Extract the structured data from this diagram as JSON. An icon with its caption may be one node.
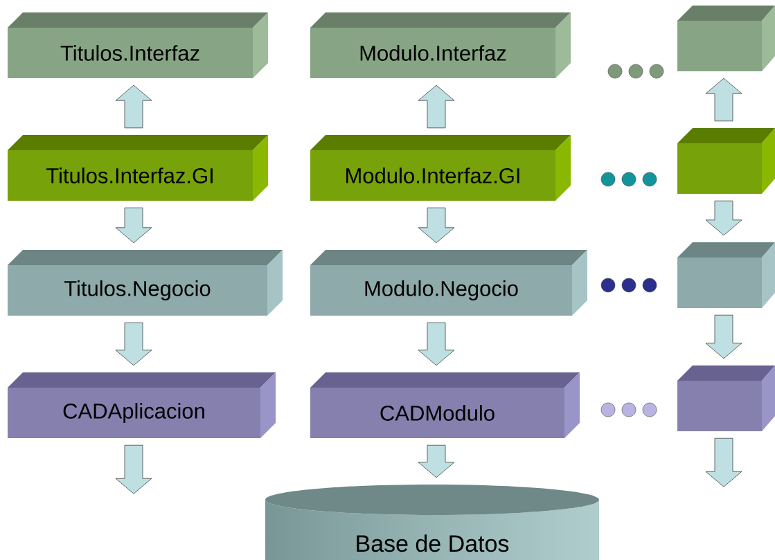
{
  "diagram": {
    "nodes": [
      {
        "text": [
          "Titulos.Interfaz"
        ]
      },
      {
        "text": [
          "Modulo.Interfaz"
        ]
      },
      {
        "text": [],
        "shape": "box"
      },
      {
        "text": [
          "Titulos.Interfaz.GI"
        ]
      },
      {
        "text": [
          "Modulo.Interfaz.GI"
        ]
      },
      {
        "text": [],
        "shape": "box"
      },
      {
        "text": [
          "Titulos.Negocio"
        ]
      },
      {
        "text": [
          "Modulo.Negocio"
        ]
      },
      {
        "text": [],
        "shape": "box"
      },
      {
        "text": [
          "CADAplicacion"
        ]
      },
      {
        "text": [
          "CADModulo"
        ]
      },
      {
        "text": [],
        "shape": "box"
      },
      {
        "text": [
          "Base de Datos"
        ]
      }
    ],
    "edges": [
      {
        "from": 3,
        "to": 0,
        "arrow": "to"
      },
      {
        "from": 4,
        "to": 1,
        "arrow": "to"
      },
      {
        "from": 5,
        "to": 2,
        "arrow": "to"
      },
      {
        "from": 3,
        "to": 6,
        "arrow": "to"
      },
      {
        "from": 4,
        "to": 7,
        "arrow": "to"
      },
      {
        "from": 5,
        "to": 8,
        "arrow": "to"
      },
      {
        "from": 6,
        "to": 9,
        "arrow": "to"
      },
      {
        "from": 7,
        "to": 10,
        "arrow": "to"
      },
      {
        "from": 8,
        "to": 11,
        "arrow": "to"
      },
      {
        "from": 9,
        "to": null,
        "arrow": "to"
      },
      {
        "from": 10,
        "to": 12,
        "arrow": "to"
      },
      {
        "from": 11,
        "to": null,
        "arrow": "to"
      }
    ]
  }
}
